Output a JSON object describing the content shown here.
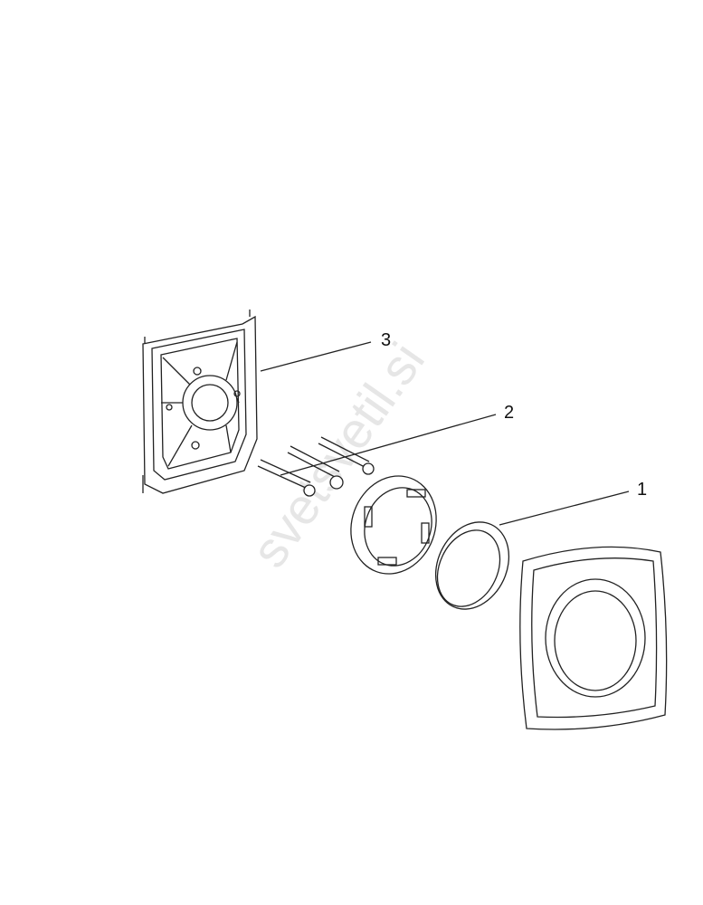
{
  "callouts": [
    {
      "number": "1",
      "part": "cover-plate-and-ring"
    },
    {
      "number": "2",
      "part": "screws-and-mounting-ring"
    },
    {
      "number": "3",
      "part": "mounting-bracket"
    }
  ],
  "watermark": "svetsvetil.si",
  "colors": {
    "line": "#222222",
    "watermark": "#e6e6e6"
  }
}
